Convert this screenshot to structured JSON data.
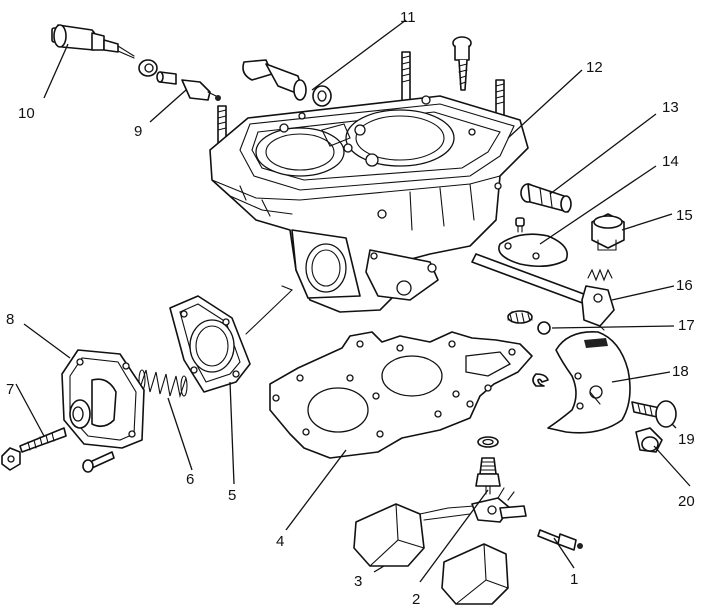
{
  "palette": {
    "line": "#111111",
    "background": "#ffffff"
  },
  "callouts": {
    "c1": "1",
    "c2": "2",
    "c3": "3",
    "c4": "4",
    "c5": "5",
    "c6": "6",
    "c7": "7",
    "c8": "8",
    "c9": "9",
    "c10": "10",
    "c11": "11",
    "c12": "12",
    "c13": "13",
    "c14": "14",
    "c15": "15",
    "c16": "16",
    "c17": "17",
    "c18": "18",
    "c19": "19",
    "c20": "20"
  }
}
